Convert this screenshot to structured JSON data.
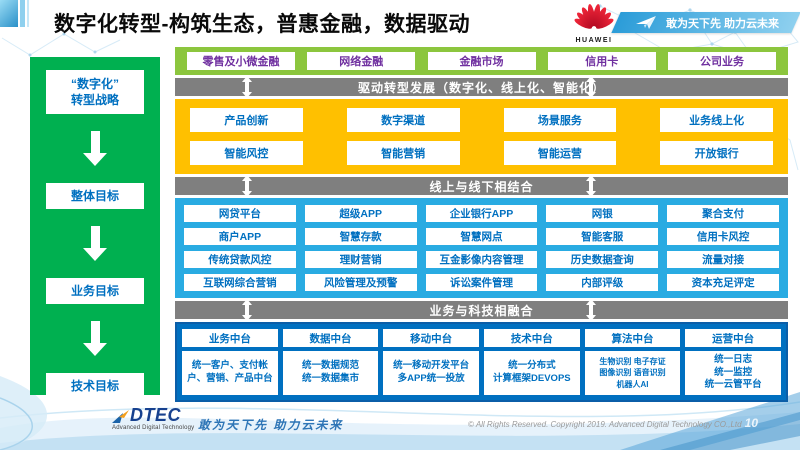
{
  "header": {
    "title": "数字化转型-构筑生态，普惠金融，数据驱动",
    "huawei_wordmark": "HUAWEI",
    "banner_slogan": "敢为天下先 助力云未来"
  },
  "sidebar": {
    "items": [
      "“数字化”\n转型战略",
      "整体目标",
      "业务目标",
      "技术目标"
    ]
  },
  "main": {
    "top_row": [
      "零售及小微金融",
      "网络金融",
      "金融市场",
      "信用卡",
      "公司业务"
    ],
    "bar_drive": "驱动转型发展（数字化、线上化、智能化）",
    "yellow_rows": [
      [
        "产品创新",
        "数字渠道",
        "场景服务",
        "业务线上化"
      ],
      [
        "智能风控",
        "智能营销",
        "智能运营",
        "开放银行"
      ]
    ],
    "bar_online": "线上与线下相结合",
    "cyan_rows": [
      [
        "网贷平台",
        "超级APP",
        "企业银行APP",
        "网银",
        "聚合支付"
      ],
      [
        "商户APP",
        "智慧存款",
        "智慧网点",
        "智能客服",
        "信用卡风控"
      ],
      [
        "传统贷款风控",
        "理财营销",
        "互金影像内容管理",
        "历史数据查询",
        "流量对接"
      ],
      [
        "互联网综合营销",
        "风险管理及预警",
        "诉讼案件管理",
        "内部评级",
        "资本充足评定"
      ]
    ],
    "bar_tech": "业务与科技相融合",
    "middle_cols": [
      {
        "header": "业务中台",
        "body": "统一客户、支付帐户、营销、产品中台"
      },
      {
        "header": "数据中台",
        "body": "统一数据规范\n统一数据集市"
      },
      {
        "header": "移动中台",
        "body": "统一移动开发平台\n多APP统一投放"
      },
      {
        "header": "技术中台",
        "body": "统一分布式\n计算框架DEVOPS"
      },
      {
        "header": "算法中台",
        "body": "生物识别 电子存证\n图像识别 语音识别\n机器人AI"
      },
      {
        "header": "运营中台",
        "body": "统一日志\n统一监控\n统一云管平台"
      }
    ]
  },
  "footer": {
    "logo_text": "DTEC",
    "logo_subtext": "Advanced Digital Technology",
    "slogan": "敢为天下先  助力云未来",
    "copyright": "© All Rights Reserved. Copyright 2019. Advanced Digital Technology CO.,Ltd",
    "page_number": "10"
  },
  "colors": {
    "sidebar_green": "#00B050",
    "top_row_green": "#8CC63E",
    "bar_gray": "#7F7F7F",
    "yellow": "#FFC000",
    "cyan": "#29ABE2",
    "middle_blue": "#0070C0",
    "box_text_blue": "#0070C0",
    "top_row_text_purple": "#7030A0",
    "banner_blue": "#2b9cd8",
    "huawei_red": "#E4122B"
  }
}
